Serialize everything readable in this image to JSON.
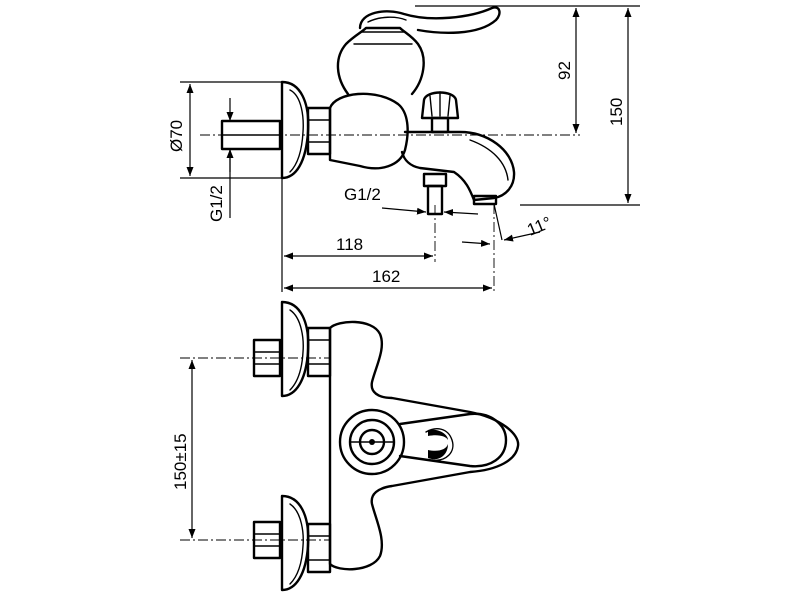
{
  "dimensions": {
    "height_92": "92",
    "height_150": "150",
    "diameter_70": "Ø70",
    "thread_g12_wall": "G1/2",
    "thread_g12_outlet": "G1/2",
    "length_118": "118",
    "length_162": "162",
    "angle_11": "11°",
    "spacing_150_15": "150±15"
  }
}
